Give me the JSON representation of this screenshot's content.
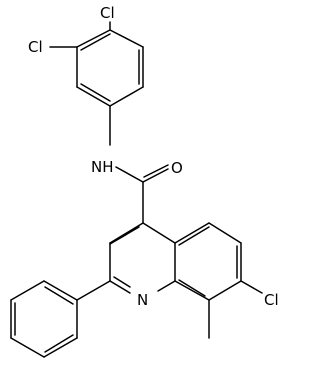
{
  "diagram": {
    "type": "chemical-structure",
    "atom_labels": {
      "cl_top": "Cl",
      "cl_upper_left": "Cl",
      "nh": "NH",
      "o": "O",
      "n_ring": "N",
      "cl_right": "Cl"
    },
    "colors": {
      "bond": "#000000",
      "label": "#000000",
      "background": "#ffffff"
    }
  }
}
